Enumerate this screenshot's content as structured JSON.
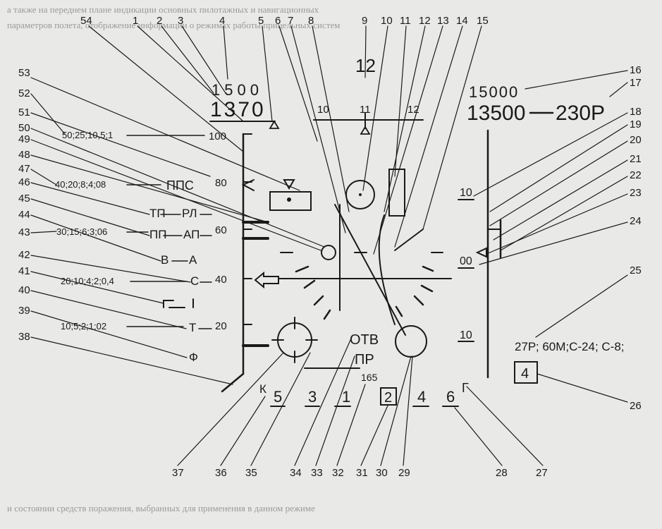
{
  "callouts": [
    "1",
    "2",
    "3",
    "4",
    "5",
    "6",
    "7",
    "8",
    "9",
    "10",
    "11",
    "12",
    "13",
    "14",
    "15",
    "16",
    "17",
    "18",
    "19",
    "20",
    "21",
    "22",
    "23",
    "24",
    "25",
    "26",
    "27",
    "28",
    "29",
    "30",
    "31",
    "32",
    "33",
    "34",
    "35",
    "36",
    "37",
    "38",
    "39",
    "40",
    "41",
    "42",
    "43",
    "44",
    "45",
    "46",
    "47",
    "48",
    "49",
    "50",
    "51",
    "52",
    "53",
    "54"
  ],
  "altitude": {
    "selected": "1500",
    "current": "1370"
  },
  "heading": {
    "value": "12",
    "left_tick": "10",
    "center_tick": "11",
    "right_tick": "12"
  },
  "flight_level": {
    "selected": "15000",
    "current": "13500",
    "suffix": "230P"
  },
  "range_scales": {
    "r100": "50;25;10,5;1",
    "r80": "40;20;8;4;08",
    "r60": "30;15;6;3;06",
    "r40": "20;10;4;2;0,4",
    "r20": "10;5;2;1;02"
  },
  "scale_marks": {
    "m100": "100",
    "m80": "80",
    "m60": "60",
    "m40": "40",
    "m20": "20"
  },
  "mode_labels": {
    "pps": "ППС",
    "tp": "ТП",
    "rl": "РЛ",
    "pp": "ПП",
    "ap": "АП",
    "b": "В",
    "a": "А",
    "c": "С",
    "t": "Т",
    "f": "Ф",
    "k": "К"
  },
  "right_scale": {
    "top": "10",
    "mid": "00",
    "bottom": "10"
  },
  "bottom_labels": {
    "otv": "ОТВ",
    "pr": "ПР",
    "val": "165"
  },
  "bottom_digits": {
    "d5": "5",
    "d3": "3",
    "d1": "1",
    "d2": "2",
    "d4": "4",
    "d6": "6",
    "g": "Г"
  },
  "weapons": "27Р; 60М;С-24;  С-8;",
  "boxed_count": "4",
  "background_lines": [
    "а также на переднем плане индикации основных пилотажных и навигационных",
    "параметров полета, отображение информации о режимах работы прицельных систем",
    "и состоянии средств поражения, выбранных для применения в данном режиме"
  ]
}
